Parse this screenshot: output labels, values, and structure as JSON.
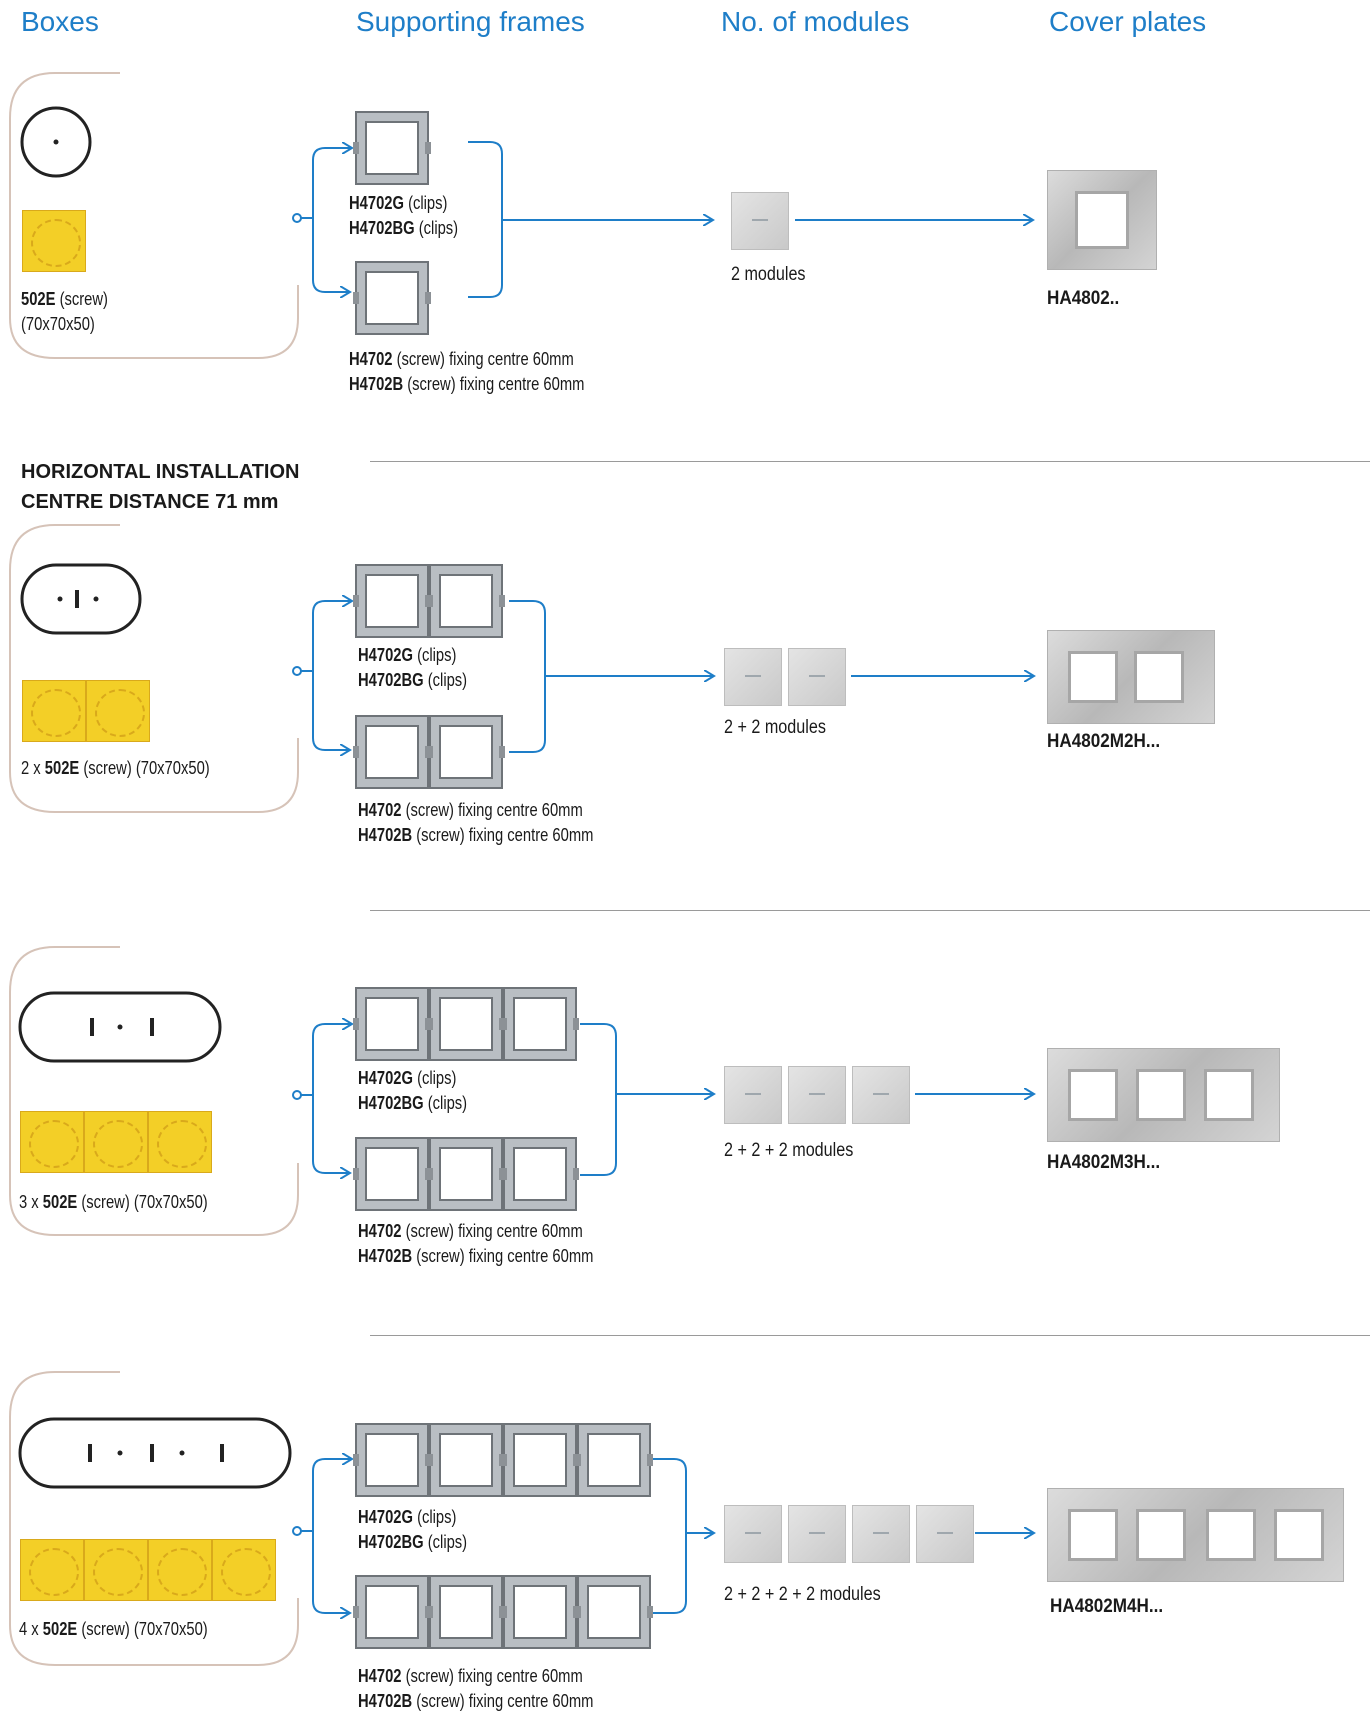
{
  "headers": {
    "boxes": "Boxes",
    "frames": "Supporting frames",
    "modules": "No. of modules",
    "plates": "Cover plates"
  },
  "section_title": {
    "line1": "HORIZONTAL INSTALLATION",
    "line2": "CENTRE DISTANCE 71 mm"
  },
  "rows": [
    {
      "box_code": "502E",
      "box_rest_1": " (screw)",
      "box_rest_2": "(70x70x50)",
      "box_prefix": "",
      "clip1_code": "H4702G",
      "clip1_rest": " (clips)",
      "clip2_code": "H4702BG",
      "clip2_rest": " (clips)",
      "screw1_code": "H4702",
      "screw1_rest": " (screw) fixing centre 60mm",
      "screw2_code": "H4702B",
      "screw2_rest": " (screw) fixing centre 60mm",
      "modules_label": "2 modules",
      "plate_code": "HA4802.."
    },
    {
      "box_prefix": "2 x ",
      "box_code": "502E",
      "box_rest_1": " (screw) (70x70x50)",
      "clip1_code": "H4702G",
      "clip1_rest": " (clips)",
      "clip2_code": "H4702BG",
      "clip2_rest": " (clips)",
      "screw1_code": "H4702",
      "screw1_rest": " (screw) fixing centre 60mm",
      "screw2_code": "H4702B",
      "screw2_rest": " (screw) fixing centre 60mm",
      "modules_label": "2 + 2 modules",
      "plate_code": "HA4802M2H..."
    },
    {
      "box_prefix": "3 x ",
      "box_code": "502E",
      "box_rest_1": " (screw) (70x70x50)",
      "clip1_code": "H4702G",
      "clip1_rest": " (clips)",
      "clip2_code": "H4702BG",
      "clip2_rest": " (clips)",
      "screw1_code": "H4702",
      "screw1_rest": " (screw) fixing centre 60mm",
      "screw2_code": "H4702B",
      "screw2_rest": " (screw) fixing centre 60mm",
      "modules_label": "2 + 2 + 2 modules",
      "plate_code": "HA4802M3H..."
    },
    {
      "box_prefix": "4 x ",
      "box_code": "502E",
      "box_rest_1": " (screw) (70x70x50)",
      "clip1_code": "H4702G",
      "clip1_rest": " (clips)",
      "clip2_code": "H4702BG",
      "clip2_rest": " (clips)",
      "screw1_code": "H4702",
      "screw1_rest": " (screw) fixing centre 60mm",
      "screw2_code": "H4702B",
      "screw2_rest": " (screw) fixing centre 60mm",
      "modules_label": "2 + 2 + 2 + 2 modules",
      "plate_code": "HA4802M4H..."
    }
  ],
  "colors": {
    "accent": "#1e7ec8",
    "bracket": "#d6c3b8",
    "box_yellow": "#f3cf27",
    "rule": "#9a9a9a"
  }
}
